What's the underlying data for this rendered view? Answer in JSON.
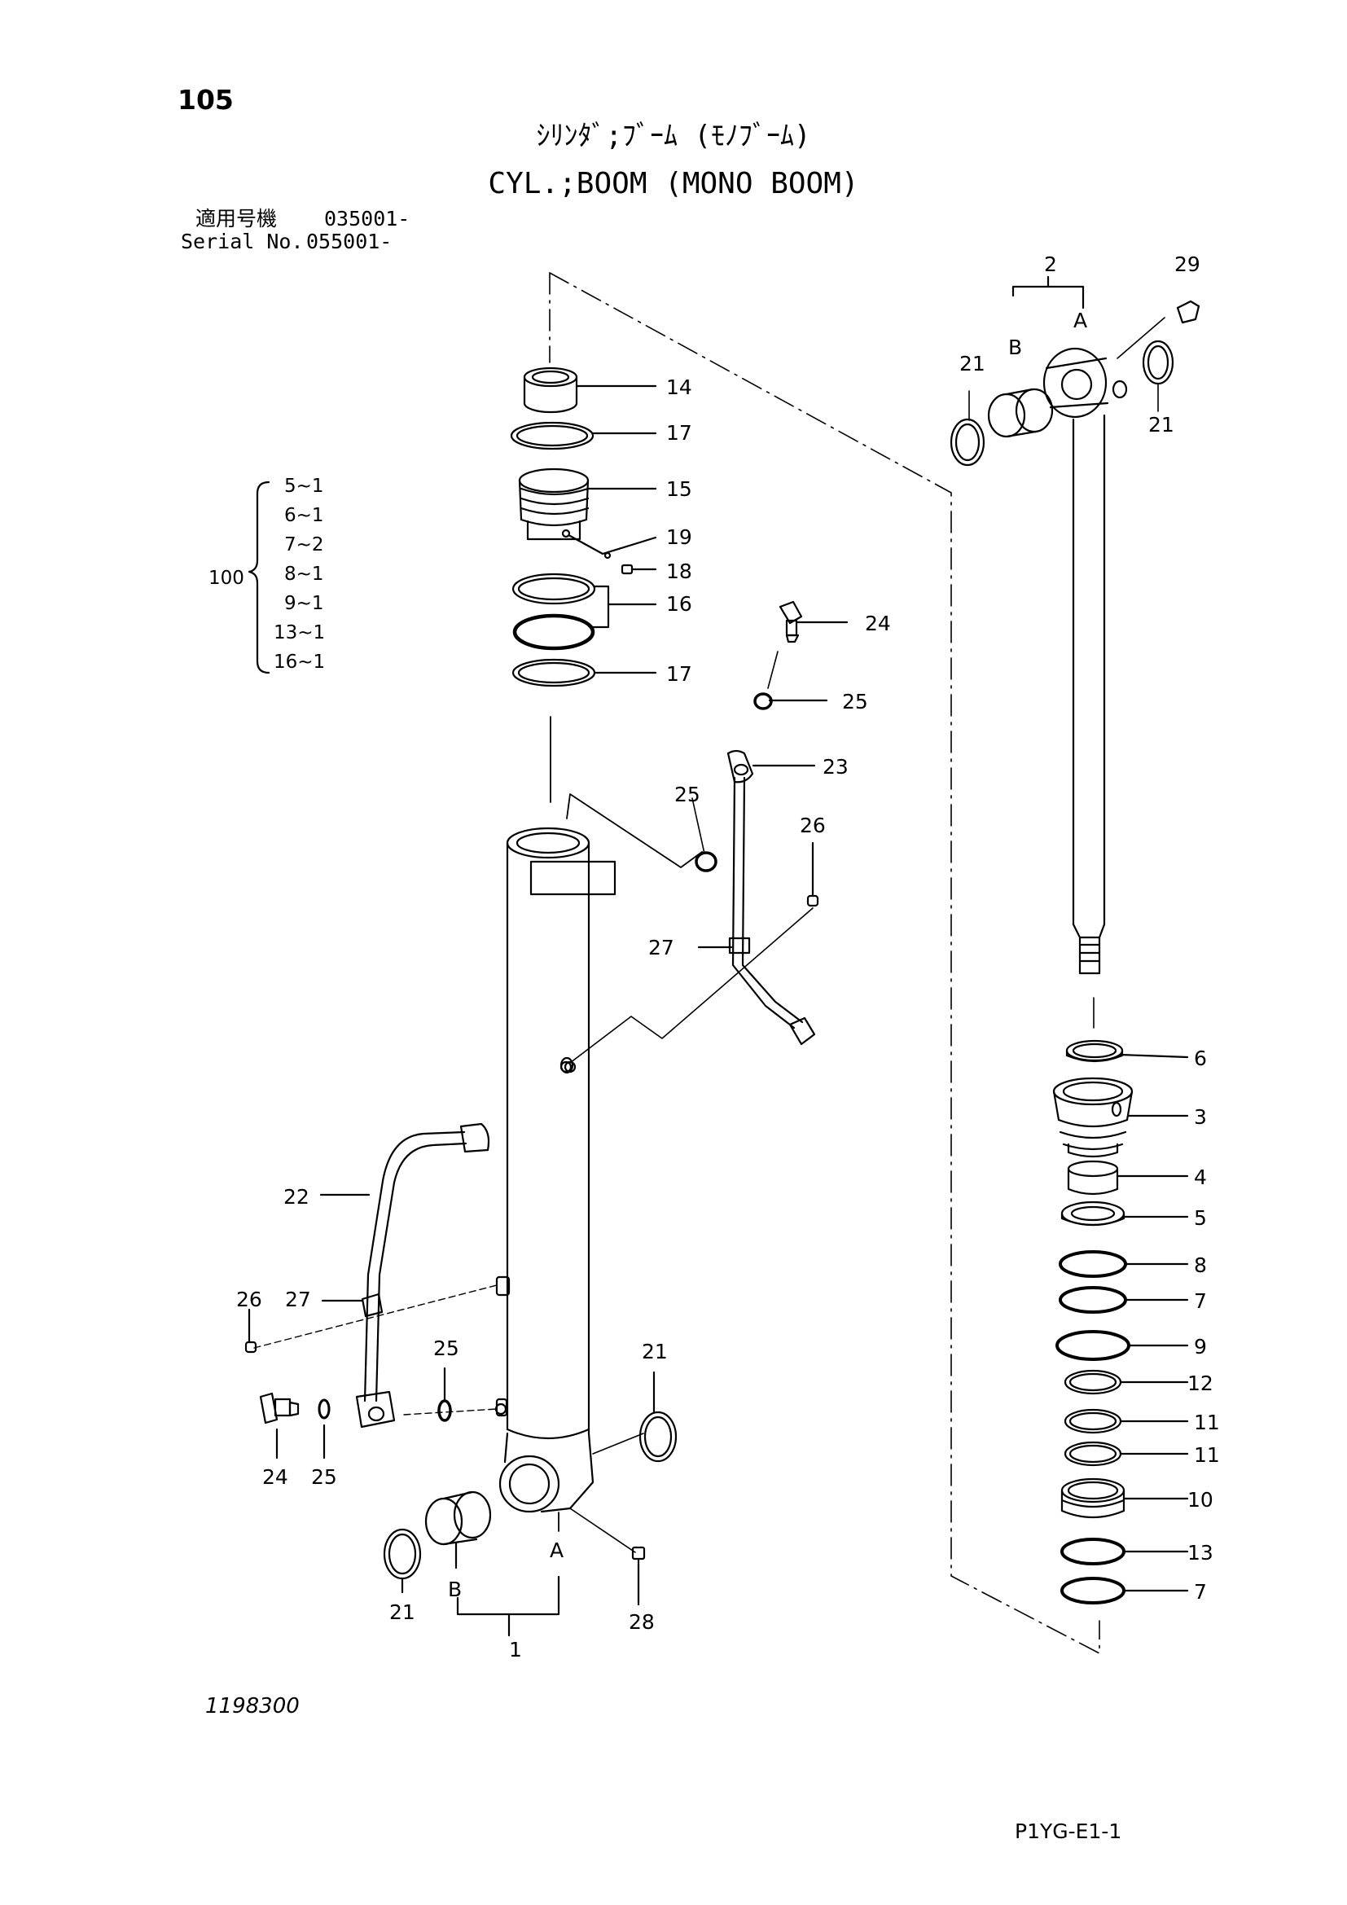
{
  "page_number": "105",
  "title_ja": "ｼﾘﾝﾀﾞ;ﾌﾞｰﾑ (ﾓﾉﾌﾞｰﾑ)",
  "title_en": "CYL.;BOOM (MONO BOOM)",
  "serial_ja_label": "適用号機",
  "serial_ja_value": "035001-",
  "serial_en_label": "Serial No.",
  "serial_en_value": "055001-",
  "kit": {
    "id": "100",
    "items": [
      "5~1",
      "6~1",
      "7~2",
      "8~1",
      "9~1",
      "13~1",
      "16~1"
    ]
  },
  "callouts": [
    "14",
    "17",
    "15",
    "19",
    "18",
    "16",
    "17",
    "24",
    "25",
    "23",
    "25",
    "26",
    "27",
    "22",
    "26",
    "27",
    "25",
    "21",
    "24",
    "25",
    "21",
    "28",
    "1",
    "2",
    "29",
    "21",
    "21",
    "6",
    "3",
    "4",
    "5",
    "8",
    "7",
    "9",
    "12",
    "11",
    "11",
    "10",
    "13",
    "7"
  ],
  "sub_letters": [
    "A",
    "B",
    "A",
    "B"
  ],
  "drawing_number": "1198300",
  "page_code": "P1YG-E1-1"
}
